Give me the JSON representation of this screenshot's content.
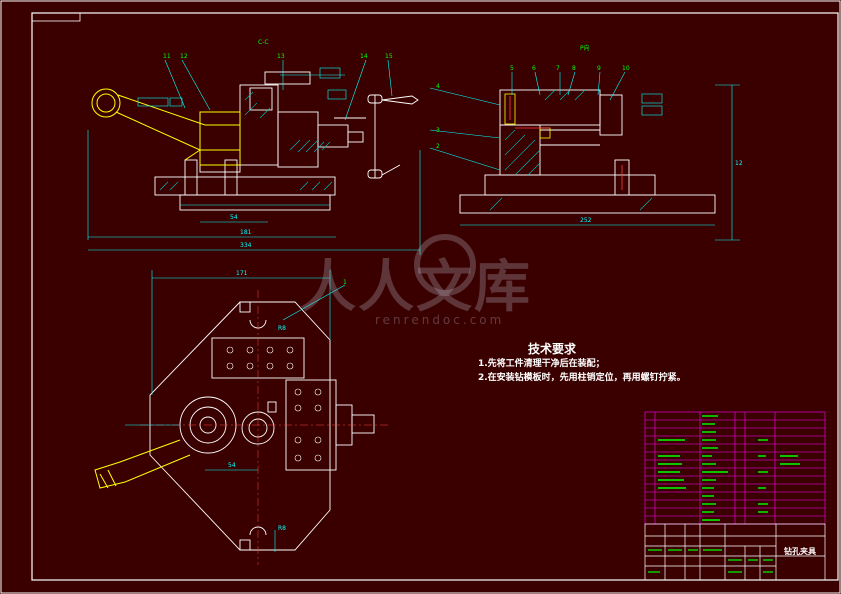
{
  "drawing": {
    "title": "钻孔夹具",
    "section_label": "C-C",
    "view_label": "P向"
  },
  "technical_requirements": {
    "title": "技术要求",
    "items": [
      "1.先将工件清理干净后在装配；",
      "2.在安装钻模板时，先用柱销定位，再用螺钉拧紧。"
    ]
  },
  "callouts": [
    "11",
    "12",
    "13",
    "14",
    "15",
    "5",
    "6",
    "7",
    "8",
    "9",
    "10",
    "4",
    "3",
    "2",
    "1"
  ],
  "dimensions": [
    "181",
    "334",
    "54",
    "252",
    "171",
    "54",
    "R8",
    "R8",
    "12"
  ],
  "watermark": {
    "text": "人人文库",
    "url": "renrendoc.com"
  },
  "colors": {
    "background": "#3a0000",
    "frame": "#ffffff",
    "geometry": "#ffffff",
    "dimension": "#00ffff",
    "callout": "#00ff00",
    "title_block": "#ff00ff",
    "hatch": "#00c0c0",
    "highlight": "#ffff00",
    "centerline": "#ff4040"
  }
}
